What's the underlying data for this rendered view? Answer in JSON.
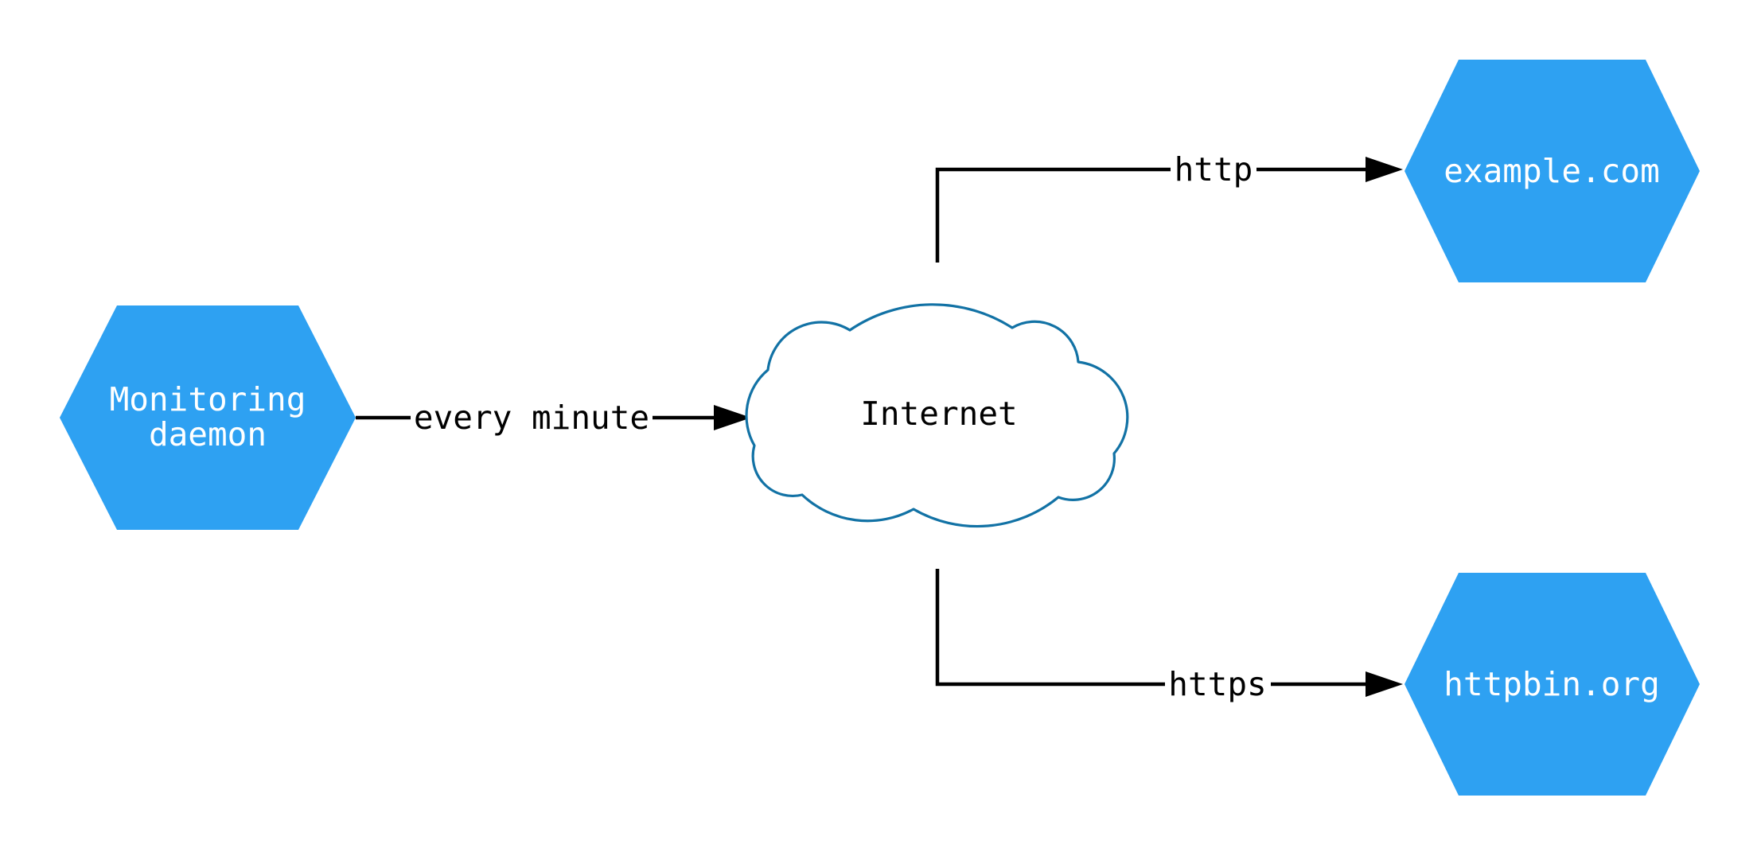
{
  "diagram": {
    "type": "network-monitoring-diagram",
    "background": "#ffffff",
    "colors": {
      "node_fill": "#2EA1F2",
      "node_text": "#ffffff",
      "cloud_stroke": "#1272A5",
      "cloud_fill": "#ffffff",
      "edge_line": "#000000",
      "edge_text": "#000000"
    },
    "nodes": [
      {
        "id": "monitoring-daemon",
        "shape": "hexagon",
        "label": "Monitoring daemon",
        "lines": [
          "Monitoring",
          "daemon"
        ]
      },
      {
        "id": "internet",
        "shape": "cloud",
        "label": "Internet"
      },
      {
        "id": "example-com",
        "shape": "hexagon",
        "label": "example.com"
      },
      {
        "id": "httpbin-org",
        "shape": "hexagon",
        "label": "httpbin.org"
      }
    ],
    "edges": [
      {
        "from": "monitoring-daemon",
        "to": "internet",
        "label": "every minute"
      },
      {
        "from": "internet",
        "to": "example-com",
        "label": "http"
      },
      {
        "from": "internet",
        "to": "httpbin-org",
        "label": "https"
      }
    ]
  }
}
